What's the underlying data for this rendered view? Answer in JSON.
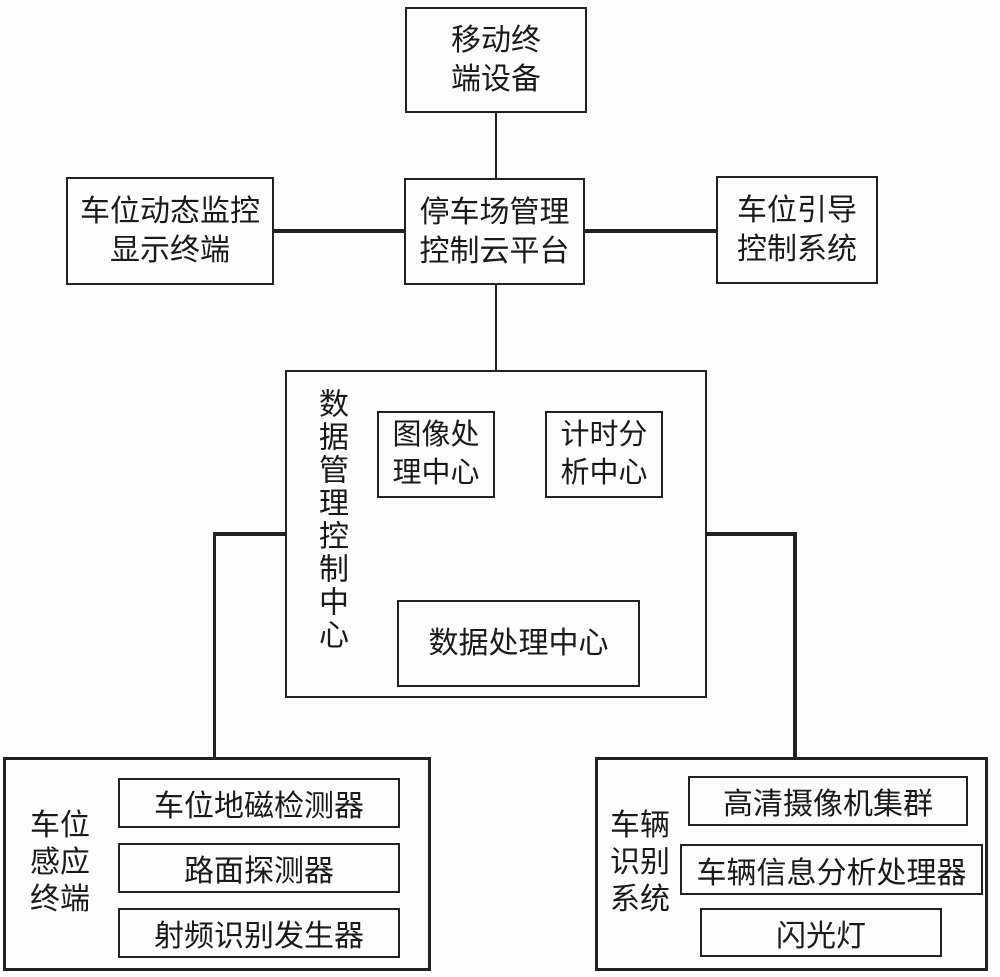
{
  "colors": {
    "line": "#222222",
    "background": "#fdfdfd",
    "text": "#1a1a1a"
  },
  "nodes": {
    "mobile_terminal": {
      "lines": [
        "移动终",
        "端设备"
      ],
      "full": "移动终端设备"
    },
    "monitor_terminal": {
      "lines": [
        "车位动态监控",
        "显示终端"
      ],
      "full": "车位动态监控显示终端"
    },
    "cloud_platform": {
      "lines": [
        "停车场管理",
        "控制云平台"
      ],
      "full": "停车场管理控制云平台"
    },
    "guidance_system": {
      "lines": [
        "车位引导",
        "控制系统"
      ],
      "full": "车位引导控制系统"
    },
    "data_management_center": {
      "label": "数据管理控制中心"
    },
    "image_processing_center": {
      "lines": [
        "图像处",
        "理中心"
      ],
      "full": "图像处理中心"
    },
    "timing_analysis_center": {
      "lines": [
        "计时分",
        "析中心"
      ],
      "full": "计时分析中心"
    },
    "data_processing_center": {
      "label": "数据处理中心"
    },
    "parking_sensing_terminal": {
      "lines": [
        "车位",
        "感应",
        "终端"
      ],
      "full": "车位感应终端",
      "items": [
        "车位地磁检测器",
        "路面探测器",
        "射频识别发生器"
      ]
    },
    "vehicle_recognition_system": {
      "lines": [
        "车辆",
        "识别",
        "系统"
      ],
      "full": "车辆识别系统",
      "items": [
        "高清摄像机集群",
        "车辆信息分析处理器",
        "闪光灯"
      ]
    }
  }
}
